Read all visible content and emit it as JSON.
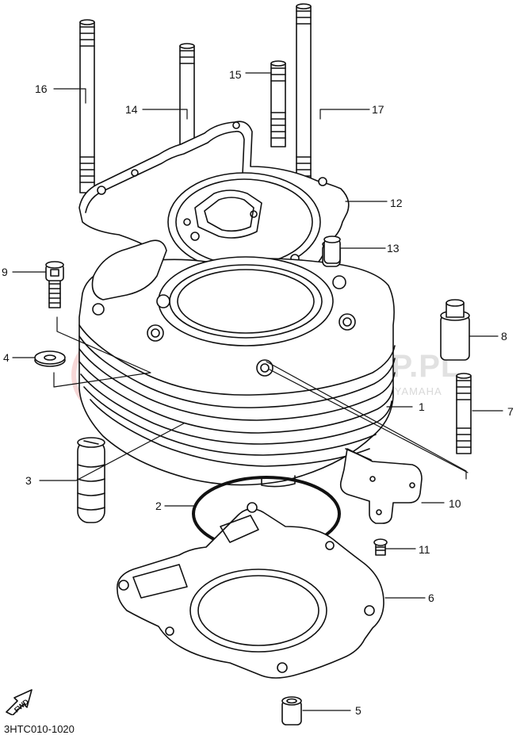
{
  "diagram": {
    "code": "3HTC010-1020",
    "fwd_label": "FWD",
    "watermark": {
      "main": "YAMAHASKLEP.PL",
      "sub": "WOJCIECHOWICZ • OFICJALNY DEALER YAMAHA"
    },
    "callouts": [
      {
        "id": "1",
        "label": "1"
      },
      {
        "id": "2",
        "label": "2"
      },
      {
        "id": "3",
        "label": "3"
      },
      {
        "id": "4",
        "label": "4"
      },
      {
        "id": "5",
        "label": "5"
      },
      {
        "id": "6",
        "label": "6"
      },
      {
        "id": "7",
        "label": "7"
      },
      {
        "id": "8",
        "label": "8"
      },
      {
        "id": "9",
        "label": "9"
      },
      {
        "id": "10",
        "label": "10"
      },
      {
        "id": "11",
        "label": "11"
      },
      {
        "id": "12",
        "label": "12"
      },
      {
        "id": "13",
        "label": "13"
      },
      {
        "id": "14",
        "label": "14"
      },
      {
        "id": "15",
        "label": "15"
      },
      {
        "id": "16",
        "label": "16"
      },
      {
        "id": "17",
        "label": "17"
      }
    ],
    "colors": {
      "line": "#111111",
      "watermark": "#e8a0a0"
    }
  }
}
